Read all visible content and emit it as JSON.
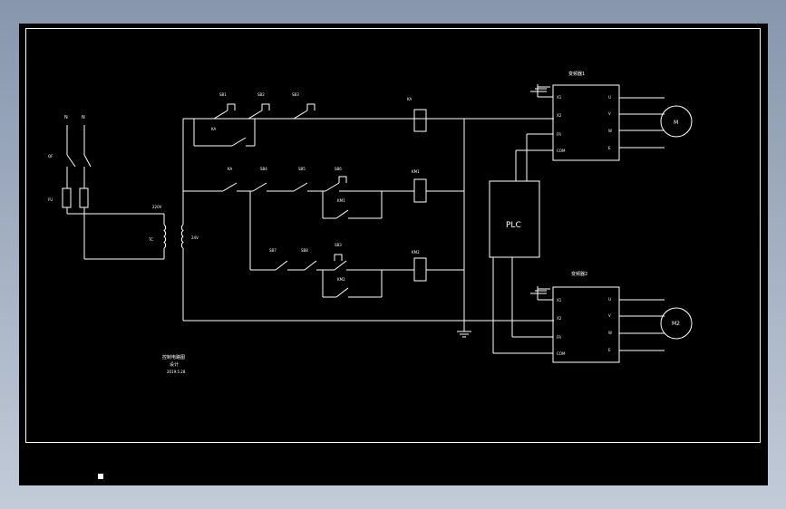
{
  "labels": {
    "l_n": "N",
    "l_qf": "QF",
    "l_fu": "FU",
    "l_tc": "TC",
    "l_prim": "220V",
    "l_sec": "24V",
    "l_sb1": "SB1",
    "l_sb2": "SB2",
    "l_sb3": "SB3",
    "l_sb4": "SB4",
    "l_sb5": "SB5",
    "l_sb6": "SB6",
    "l_sb7": "SB7",
    "l_sb8": "SB8",
    "l_ka": "KA",
    "l_ka_coil": "KA",
    "l_km1_aux": "KM1",
    "l_km1_coil": "KM1",
    "l_km2_aux": "KM2",
    "l_km2_coil": "KM2",
    "plc": "PLC",
    "vfd1_title": "变频器1",
    "vfd2_title": "变频器2",
    "vfd1_pins_left": [
      "X1",
      "X2",
      "FR",
      "COM"
    ],
    "vfd1_pins_right": [
      "U",
      "V",
      "W",
      "E"
    ],
    "vfd2_pins_left": [
      "X1",
      "X2",
      "FR",
      "COM"
    ],
    "vfd2_pins_right": [
      "U",
      "V",
      "W",
      "E"
    ],
    "motor1": "M",
    "motor2": "M2",
    "note1": "控制电路图",
    "note2": "设计",
    "note3": "2019.5.28"
  }
}
